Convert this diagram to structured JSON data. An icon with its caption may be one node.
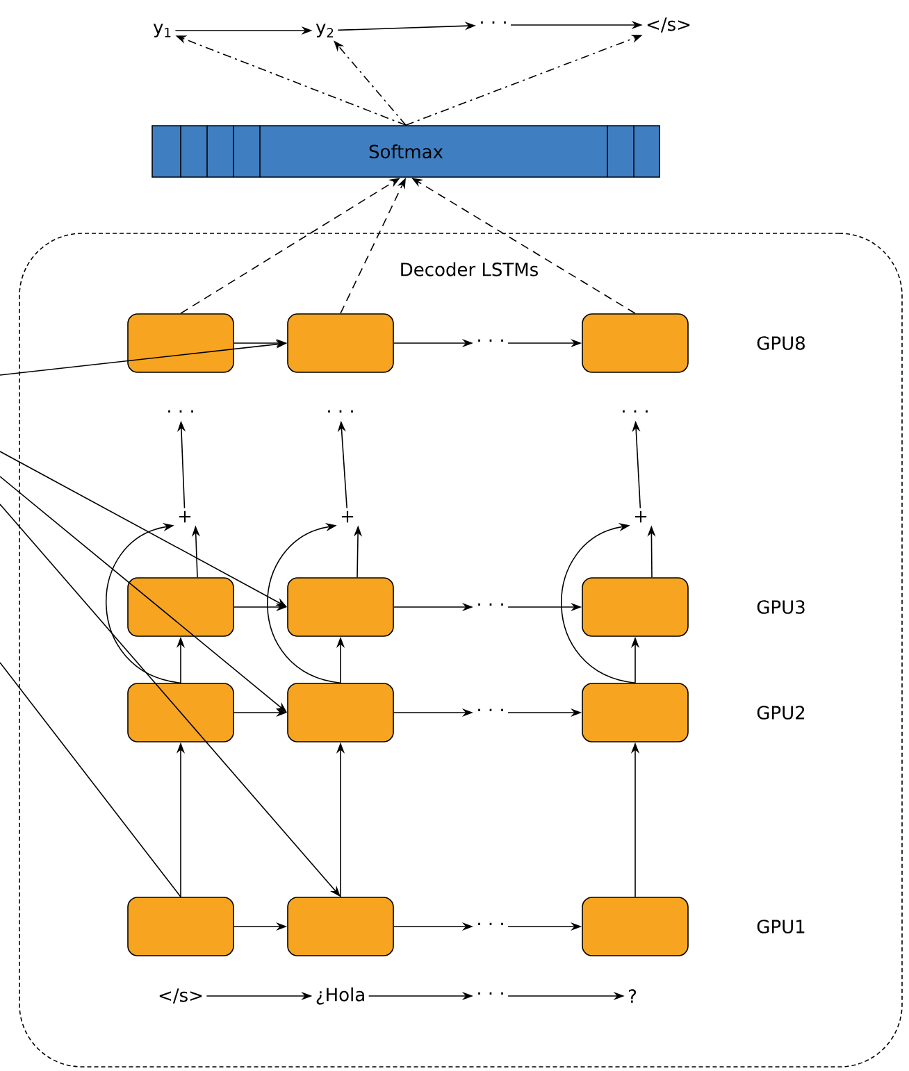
{
  "diagram": {
    "nodes": [
      {
        "text": [
          "y$_{1}$"
        ]
      },
      {
        "text": [
          "y$_{2}$"
        ]
      },
      {
        "text": [
          "· · ·"
        ]
      },
      {
        "text": [
          "</s>"
        ]
      },
      {
        "text": [
          "Softmax"
        ]
      },
      {
        "text": [
          "Decoder LSTMs"
        ]
      },
      {
        "text": [],
        "shape": "box",
        "in": 5
      },
      {
        "text": [],
        "shape": "box",
        "in": 5
      },
      {
        "text": [
          "· · ·"
        ],
        "in": 5
      },
      {
        "text": [],
        "shape": "box",
        "in": 5
      },
      {
        "text": [
          "· · ·"
        ],
        "in": 5
      },
      {
        "text": [
          "· · ·"
        ],
        "in": 5
      },
      {
        "text": [
          "· · ·"
        ],
        "in": 5
      },
      {
        "text": [
          "+"
        ],
        "in": 5
      },
      {
        "text": [
          "+"
        ],
        "in": 5
      },
      {
        "text": [
          "+"
        ],
        "in": 5
      },
      {
        "text": [],
        "shape": "box",
        "in": 5
      },
      {
        "text": [],
        "shape": "box",
        "in": 5
      },
      {
        "text": [
          "· · ·"
        ],
        "in": 5
      },
      {
        "text": [],
        "shape": "box",
        "in": 5
      },
      {
        "text": [],
        "shape": "box",
        "in": 5
      },
      {
        "text": [],
        "shape": "box",
        "in": 5
      },
      {
        "text": [
          "· · ·"
        ],
        "in": 5
      },
      {
        "text": [],
        "shape": "box",
        "in": 5
      },
      {
        "text": [],
        "shape": "box",
        "in": 5
      },
      {
        "text": [],
        "shape": "box",
        "in": 5
      },
      {
        "text": [
          "· · ·"
        ],
        "in": 5
      },
      {
        "text": [],
        "shape": "box",
        "in": 5
      },
      {
        "text": [
          "</s>"
        ],
        "in": 5
      },
      {
        "text": [
          "¿Hola"
        ],
        "in": 5
      },
      {
        "text": [
          "· · ·"
        ],
        "in": 5
      },
      {
        "text": [
          "?"
        ],
        "in": 5
      }
    ],
    "edges": [
      {
        "from": 0,
        "to": 1,
        "arrow": "to"
      },
      {
        "from": 1,
        "to": 2,
        "arrow": "to"
      },
      {
        "from": 2,
        "to": 3,
        "arrow": "to"
      },
      {
        "from": 4,
        "to": 0,
        "arrow": "to",
        "style": "dashed"
      },
      {
        "from": 4,
        "to": 1,
        "arrow": "to",
        "style": "dashed"
      },
      {
        "from": 4,
        "to": 3,
        "arrow": "to",
        "style": "dashed"
      },
      {
        "from": 6,
        "to": 4,
        "arrow": "to",
        "style": "dashed"
      },
      {
        "from": 7,
        "to": 4,
        "arrow": "to",
        "style": "dashed"
      },
      {
        "from": 9,
        "to": 4,
        "arrow": "to",
        "style": "dashed"
      },
      {
        "from": 6,
        "to": 7,
        "arrow": "to"
      },
      {
        "from": 7,
        "to": 8,
        "arrow": "to"
      },
      {
        "from": 8,
        "to": 9,
        "arrow": "to"
      },
      {
        "from": 13,
        "to": 10,
        "arrow": "to"
      },
      {
        "from": 14,
        "to": 11,
        "arrow": "to"
      },
      {
        "from": 15,
        "to": 12,
        "arrow": "to"
      },
      {
        "from": 16,
        "to": 13,
        "arrow": "to"
      },
      {
        "from": 17,
        "to": 14,
        "arrow": "to"
      },
      {
        "from": 19,
        "to": 15,
        "arrow": "to"
      },
      {
        "from": 20,
        "to": 13,
        "arrow": "to"
      },
      {
        "from": 21,
        "to": 14,
        "arrow": "to"
      },
      {
        "from": 23,
        "to": 15,
        "arrow": "to"
      },
      {
        "from": 16,
        "to": 17,
        "arrow": "to"
      },
      {
        "from": 17,
        "to": 18,
        "arrow": "to"
      },
      {
        "from": 18,
        "to": 19,
        "arrow": "to"
      },
      {
        "from": 20,
        "to": 16,
        "arrow": "to"
      },
      {
        "from": 21,
        "to": 17,
        "arrow": "to"
      },
      {
        "from": 23,
        "to": 19,
        "arrow": "to"
      },
      {
        "from": 20,
        "to": 21,
        "arrow": "to"
      },
      {
        "from": 21,
        "to": 22,
        "arrow": "to"
      },
      {
        "from": 22,
        "to": 23,
        "arrow": "to"
      },
      {
        "from": 24,
        "to": 20,
        "arrow": "to"
      },
      {
        "from": 25,
        "to": 21,
        "arrow": "to"
      },
      {
        "from": 27,
        "to": 23,
        "arrow": "to"
      },
      {
        "from": 24,
        "to": 25,
        "arrow": "to"
      },
      {
        "from": 25,
        "to": 26,
        "arrow": "to"
      },
      {
        "from": 26,
        "to": 27,
        "arrow": "to"
      },
      {
        "from": 28,
        "to": 29,
        "arrow": "to"
      },
      {
        "from": 29,
        "to": 30,
        "arrow": "to"
      },
      {
        "from": 30,
        "to": 31,
        "arrow": "to"
      },
      {
        "from": null,
        "to": 7,
        "arrow": "to"
      },
      {
        "from": null,
        "to": 17,
        "arrow": "to"
      },
      {
        "from": null,
        "to": 21,
        "arrow": "to"
      },
      {
        "from": null,
        "to": 25,
        "arrow": "to"
      },
      {
        "from": null,
        "to": 24,
        "arrow": "none"
      }
    ],
    "labels": [
      "GPU8",
      "GPU3",
      "GPU2",
      "GPU1"
    ]
  }
}
